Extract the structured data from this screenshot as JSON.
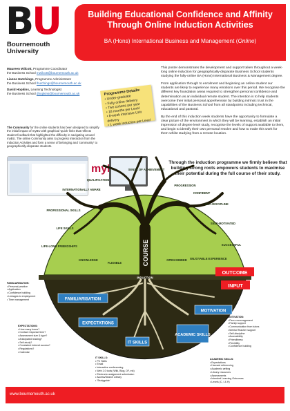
{
  "logo": {
    "letters_b": "B",
    "letters_u": "U",
    "name_line1": "Bournemouth",
    "name_line2": "University"
  },
  "header": {
    "title": "Building Educational Confidence and Affinity Through Online Induction Activities",
    "subtitle_prefix": "BA (Hons) International Business and Management (",
    "subtitle_online": "Online",
    "subtitle_suffix": ")"
  },
  "contacts": [
    {
      "name": "Maureen Wilcott,",
      "role": " Programme Coordinator",
      "dept": "the Business School ",
      "email": "mwilcott@bournemouth.ac.uk"
    },
    {
      "name": "Lianne Hutchings,",
      "role": " Programme Administrator",
      "dept": "the Business School ",
      "email": "lhutchings@bournemouth.ac.uk"
    },
    {
      "name": "David Hopkins,",
      "role": " Learning Technologist",
      "dept": "the Business School ",
      "email": "dhopkins@bournemouth.ac.uk"
    }
  ],
  "programme_details": {
    "heading": "Programme Details:",
    "items": [
      "Under-graduate",
      "Fully online delivery",
      "Two cohorts per year",
      "18 months per Level",
      "8-week intensive Unit delivery",
      "1 week induction per Level"
    ]
  },
  "community_text": {
    "bold": "The Community",
    "rest": " for the online students has been designed to simplify the initial impact of myBU with graphical 'quick' links that reflects student feedback that highlighted the difficulty in navigating around myBU. The online Community aims to progress interaction from the Induction Activities and form a sense of belonging and 'community' to geographically-disparate students."
  },
  "mybu_logo": "myBU",
  "intro": [
    "This poster demonstrates the development and support taken throughout a week-long online induction for geographically-disparate Business School students studying the fully-online BA (Hons) International Business & Management degree.",
    "From application through to enrolment and beginning an online student our students are likely to experience many emotions over this period. We recognise the different key foundation areas required to strengthen personal confidence and determination as an individual remote student. The intention is to help students overcome their initial personal apprehension by building intrinsic trust in the capabilities of the Business School from all standpoints including technical, educational and pastoral.",
    "By the end of this induction week students have the opportunity to formulate a clear picture of the environment in which they will be learning, establish an initial impression of degree level study, recognise the levels of support available to them, and begin to identify their own personal resolve and how to make this work for them whilst studying from a remote location."
  ],
  "believe_text": "Through the induction programme we firmly believe that building strong roots empowers students to maximise their potential during the full course of their study.",
  "tree": {
    "canopy_labels": [
      "SENSE OF ACHIEVEMENT",
      "QUALIFICATION",
      "INTERNATIONALLY AWARE",
      "PROGRESSION",
      "CONFIDENT",
      "SELF-DISCIPLINE",
      "PROFESSIONAL SKILLS",
      "SELF-MOTIVATED",
      "LIFE SKILLS",
      "SUCCESSFUL",
      "LIFE-LONG FRIENDSHIPS",
      "KNOWLEDGE",
      "FLEXIBLE",
      "OPEN MINDED",
      "ENJOYABLE EXPERIENCE"
    ],
    "trunk_label": "COURSE",
    "ground_label": "INDUCTION",
    "outcome": "OUTCOME",
    "input": "INPUT",
    "roots": [
      "FAMILIARISATION",
      "MOTIVATION",
      "EXPECTATIONS",
      "ACADEMIC SKILLS",
      "IT SKILLS"
    ]
  },
  "lists": {
    "familiarisation": {
      "heading": "FAMILIARISATION:",
      "items": [
        "Personal practice",
        "Application",
        "Confidence building",
        "Linkages to employment",
        "Time management"
      ]
    },
    "expectations": {
      "heading": "EXPECTATIONS:",
      "items": [
        "How many hours?",
        "Contact response time?",
        "Assessment size & type?",
        "Anticipated reading?",
        "Self-study?",
        "Consistent Internet access?",
        "Regulations?",
        "Calendar"
      ]
    },
    "it_skills": {
      "heading": "IT SKILLS:",
      "items": [
        "PC Skills",
        "Email",
        "Interactive conferencing",
        "Web 2.0 tools (Wiki, Blog, DF, etc)",
        "Electronic assignment submission",
        "Access/Search Library",
        "'Studygaide'"
      ]
    },
    "motivation": {
      "heading": "MOTIVATION:",
      "items": [
        "Peer encouragement",
        "Family support",
        "Communication from tutors",
        "Mentor/Teacher support",
        "Self-discipline",
        "Accessibility",
        "Friendliness",
        "Flexibility",
        "Confidence building"
      ]
    },
    "academic_skills": {
      "heading": "ACADEMIC SKILLS:",
      "items": [
        "Expectations",
        "Harvard referencing",
        "Academic writing",
        "Library resources",
        "Assessments",
        "Intended Learning Outcomes",
        "Levels (C, I & H)"
      ]
    }
  },
  "footer": {
    "url": "www.bournemouth.ac.uk"
  },
  "colors": {
    "brand_red": "#ee1d23",
    "canopy_green": "#a7ce4f",
    "ground_dark": "#2d2a14",
    "sky_blue": "#2f7fc1"
  }
}
